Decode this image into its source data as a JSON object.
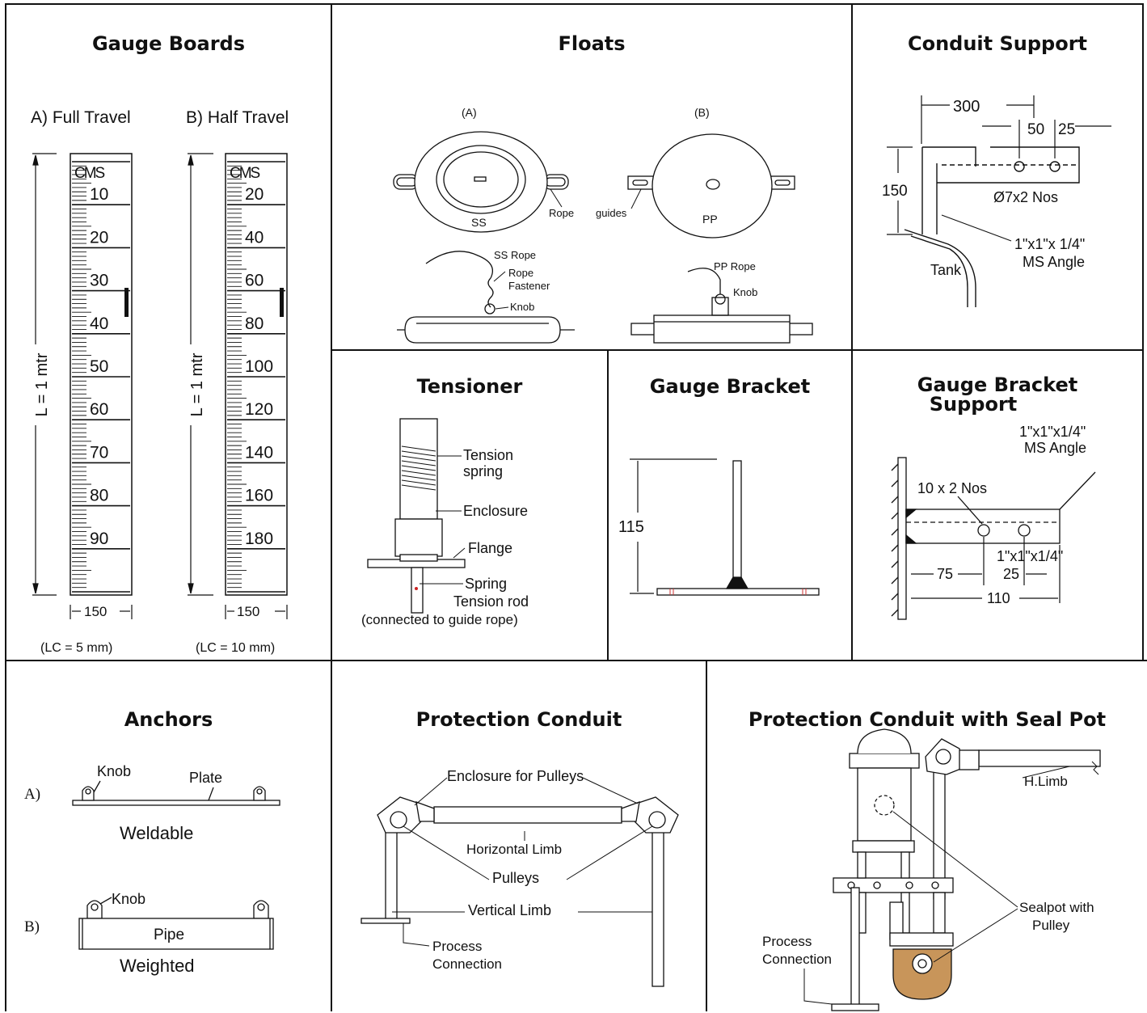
{
  "gauge_boards": {
    "title": "Gauge Boards",
    "a_label": "A) Full Travel",
    "b_label": "B) Half Travel",
    "length_label": "L = 1 mtr",
    "cms": "CMS",
    "a_numbers": [
      "10",
      "20",
      "30",
      "40",
      "50",
      "60",
      "70",
      "80",
      "90"
    ],
    "b_numbers": [
      "20",
      "40",
      "60",
      "80",
      "100",
      "120",
      "140",
      "160",
      "180"
    ],
    "width": "150",
    "a_lc": "(LC = 5 mm)",
    "b_lc": "(LC = 10 mm)"
  },
  "floats": {
    "title": "Floats",
    "a": "(A)",
    "b": "(B)",
    "ss": "SS",
    "rope": "Rope",
    "guides": "guides",
    "pp": "PP",
    "ss_rope": "SS Rope",
    "rope_fastener_1": "Rope",
    "rope_fastener_2": "Fastener",
    "knob": "Knob",
    "pp_rope": "PP Rope"
  },
  "conduit_support": {
    "title": "Conduit Support",
    "d300": "300",
    "d50": "50",
    "d25": "25",
    "d150": "150",
    "holes": "Ø7x2 Nos",
    "angle_1": "1\"x1\"x 1/4\"",
    "angle_2": "MS Angle",
    "tank": "Tank"
  },
  "tensioner": {
    "title": "Tensioner",
    "spring_1": "Tension",
    "spring_2": "spring",
    "enclosure": "Enclosure",
    "flange": "Flange",
    "rod_1": "Spring",
    "rod_2": "Tension rod",
    "rod_3": "(connected to guide rope)"
  },
  "gauge_bracket": {
    "title": "Gauge Bracket",
    "d115": "115"
  },
  "bracket_support": {
    "title_1": "Gauge Bracket",
    "title_2": "Support",
    "angle_1": "1\"x1\"x1/4\"",
    "angle_2": "MS Angle",
    "holes": "10 x 2 Nos",
    "angle_3": "1\"x1\"x1/4\"",
    "d75": "75",
    "d25": "25",
    "d110": "110"
  },
  "anchors": {
    "title": "Anchors",
    "a": "A)",
    "b": "B)",
    "knob": "Knob",
    "plate": "Plate",
    "weldable": "Weldable",
    "pipe": "Pipe",
    "weighted": "Weighted"
  },
  "protection_conduit": {
    "title": "Protection Conduit",
    "enclosure": "Enclosure for Pulleys",
    "horizontal": "Horizontal Limb",
    "pulleys": "Pulleys",
    "vertical": "Vertical Limb",
    "process_1": "Process",
    "process_2": "Connection"
  },
  "seal_pot": {
    "title": "Protection Conduit with Seal Pot",
    "h_limb": "H.Limb",
    "sealpot_1": "Sealpot with",
    "sealpot_2": "Pulley",
    "process_1": "Process",
    "process_2": "Connection",
    "pot_color": "#c8955a"
  }
}
